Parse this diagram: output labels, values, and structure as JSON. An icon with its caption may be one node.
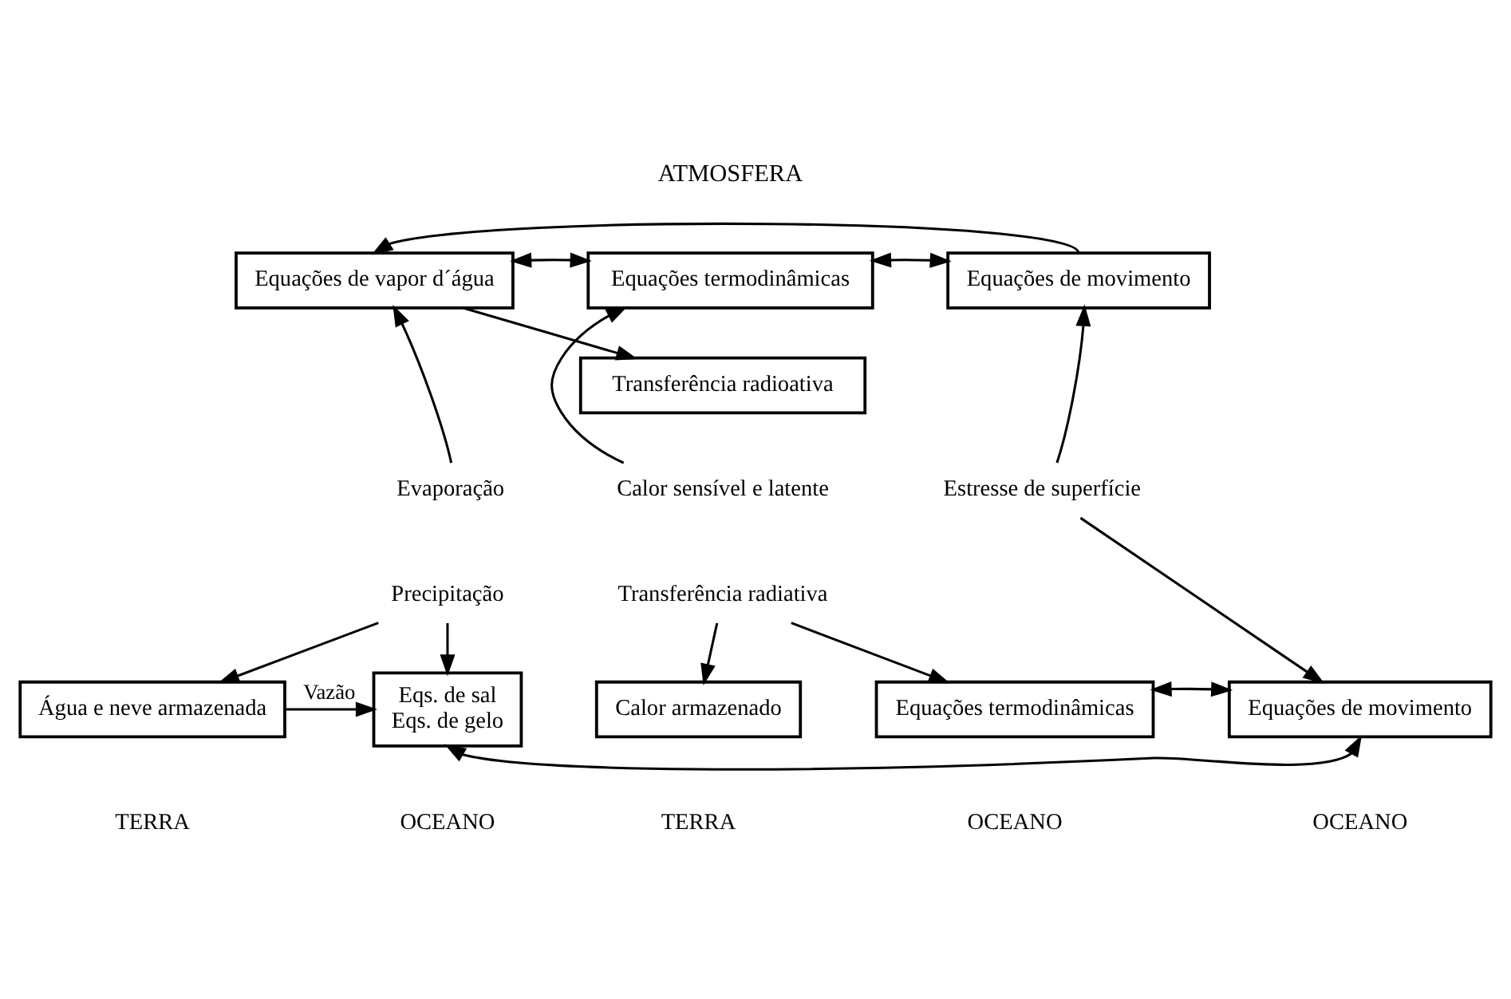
{
  "diagram": {
    "nodes": [
      {
        "text": [
          "Equações de vapor d´água"
        ]
      },
      {
        "text": [
          "Equações termodinâmicas"
        ]
      },
      {
        "text": [
          "Transferência radioativa"
        ]
      },
      {
        "text": [
          "Equações de movimento"
        ]
      },
      {
        "text": [
          "Evaporação"
        ]
      },
      {
        "text": [
          "Precipitação"
        ]
      },
      {
        "text": [
          "Calor sensível e latente"
        ]
      },
      {
        "text": [
          "Transferência radiativa"
        ]
      },
      {
        "text": [
          "Estresse de superfície"
        ]
      },
      {
        "text": [
          "Água e neve armazenada"
        ],
        "beside": [
          "TERRA"
        ]
      },
      {
        "text": [
          "Eqs. de sal",
          "Eqs. de gelo"
        ],
        "beside": [
          "OCEANO"
        ]
      },
      {
        "text": [
          "Calor armazenado"
        ],
        "beside": [
          "TERRA"
        ]
      },
      {
        "text": [
          "Equações termodinâmicas"
        ],
        "beside": [
          "OCEANO"
        ]
      },
      {
        "text": [
          "Equações de movimento"
        ],
        "beside": [
          "OCEANO"
        ]
      }
    ],
    "edges": [
      {
        "from": 0,
        "to": 1,
        "arrow": "both"
      },
      {
        "from": 0,
        "to": 2,
        "arrow": "to"
      },
      {
        "from": 1,
        "to": 3,
        "arrow": "both"
      },
      {
        "from": 3,
        "to": 0,
        "arrow": "to"
      },
      {
        "from": 4,
        "to": 0,
        "arrow": "to"
      },
      {
        "from": 6,
        "to": 1,
        "arrow": "to"
      },
      {
        "from": 8,
        "to": 3,
        "arrow": "to"
      },
      {
        "from": 5,
        "to": 9,
        "arrow": "to"
      },
      {
        "from": 5,
        "to": 10,
        "arrow": "to"
      },
      {
        "from": 7,
        "to": 11,
        "arrow": "to"
      },
      {
        "from": 7,
        "to": 12,
        "arrow": "to"
      },
      {
        "from": 8,
        "to": 13,
        "arrow": "to"
      },
      {
        "from": 9,
        "to": 10,
        "arrow": "to",
        "label": "Vazão"
      },
      {
        "from": 12,
        "to": 13,
        "arrow": "both"
      },
      {
        "from": 10,
        "to": 13,
        "arrow": "both"
      }
    ],
    "labels": [
      "ATMOSFERA"
    ]
  }
}
